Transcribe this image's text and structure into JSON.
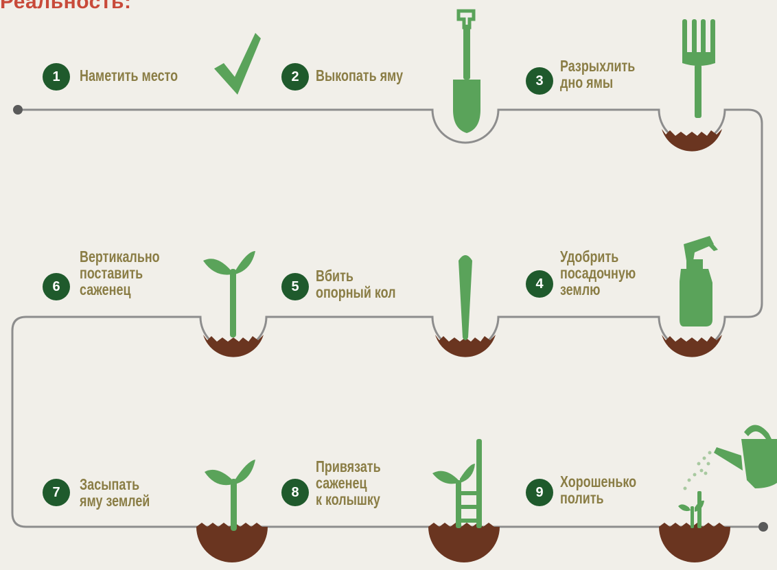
{
  "title": "Реальность:",
  "steps": [
    {
      "num": "1",
      "lines": [
        "Наметить место"
      ],
      "icon": "checkmark-icon"
    },
    {
      "num": "2",
      "lines": [
        "Выкопать яму"
      ],
      "icon": "shovel-icon"
    },
    {
      "num": "3",
      "lines": [
        "Разрыхлить",
        "дно ямы"
      ],
      "icon": "pitchfork-icon"
    },
    {
      "num": "4",
      "lines": [
        "Удобрить",
        "посадочную",
        "землю"
      ],
      "icon": "spray-bottle-icon"
    },
    {
      "num": "5",
      "lines": [
        "Вбить",
        "опорный кол"
      ],
      "icon": "stake-icon"
    },
    {
      "num": "6",
      "lines": [
        "Вертикально",
        "поставить",
        "саженец"
      ],
      "icon": "seedling-icon"
    },
    {
      "num": "7",
      "lines": [
        "Засыпать",
        "яму землей"
      ],
      "icon": "seedling-icon"
    },
    {
      "num": "8",
      "lines": [
        "Привязать",
        "саженец",
        "к колышку"
      ],
      "icon": "tied-seedling-icon"
    },
    {
      "num": "9",
      "lines": [
        "Хорошенько",
        "полить"
      ],
      "icon": "watering-can-icon"
    }
  ],
  "colors": {
    "green": "#5aa35a",
    "dark_green": "#1f5a2c",
    "soil": "#6a3520",
    "label": "#8a7d45",
    "title": "#c84a3a",
    "line": "#8d8d8d"
  }
}
